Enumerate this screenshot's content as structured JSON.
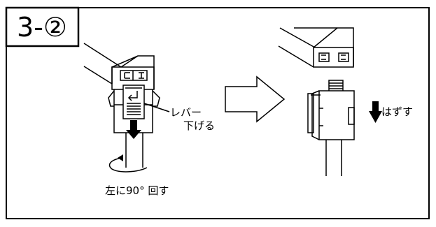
{
  "step_label": "3-②",
  "left_panel": {
    "lever_label_line1": "レバー",
    "lever_label_line2": "下げる",
    "rotate_label": "左に90° 回す"
  },
  "right_panel": {
    "remove_label": "はずす"
  },
  "colors": {
    "line": "#000000",
    "background": "#ffffff"
  }
}
